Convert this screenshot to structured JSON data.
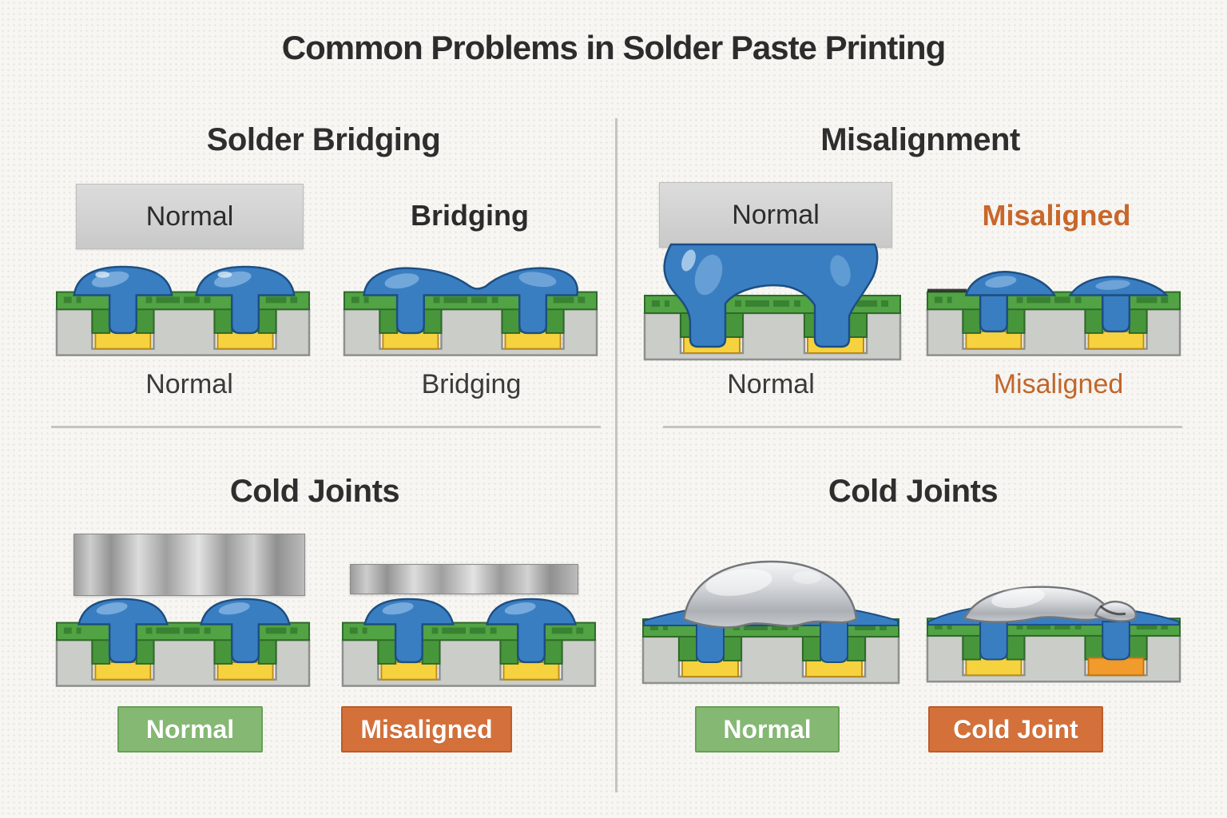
{
  "title": "Common Problems in Solder Paste Printing",
  "colors": {
    "solder_paste_blue": "#3a7ec2",
    "solder_mask_green": "#51a344",
    "pad_yellow": "#f6d23e",
    "overheated_pad_orange": "#f09b2b",
    "defect_text_orange": "#c1662a",
    "badge_green": "#85b973",
    "badge_orange": "#d4713a"
  },
  "sections": {
    "solder_bridging": {
      "heading": "Solder Bridging",
      "stencil_label": "Normal",
      "right_top_label": "Bridging",
      "left_bottom_label": "Normal",
      "right_bottom_label": "Bridging"
    },
    "misalignment": {
      "heading": "Misalignment",
      "stencil_label": "Normal",
      "right_top_label": "Misaligned",
      "left_bottom_label": "Normal",
      "right_bottom_label": "Misaligned"
    },
    "cold_joints_left": {
      "heading": "Cold Joints",
      "left_badge": "Normal",
      "right_badge": "Misaligned"
    },
    "cold_joints_right": {
      "heading": "Cold Joints",
      "left_badge": "Normal",
      "right_badge": "Cold Joint"
    }
  }
}
